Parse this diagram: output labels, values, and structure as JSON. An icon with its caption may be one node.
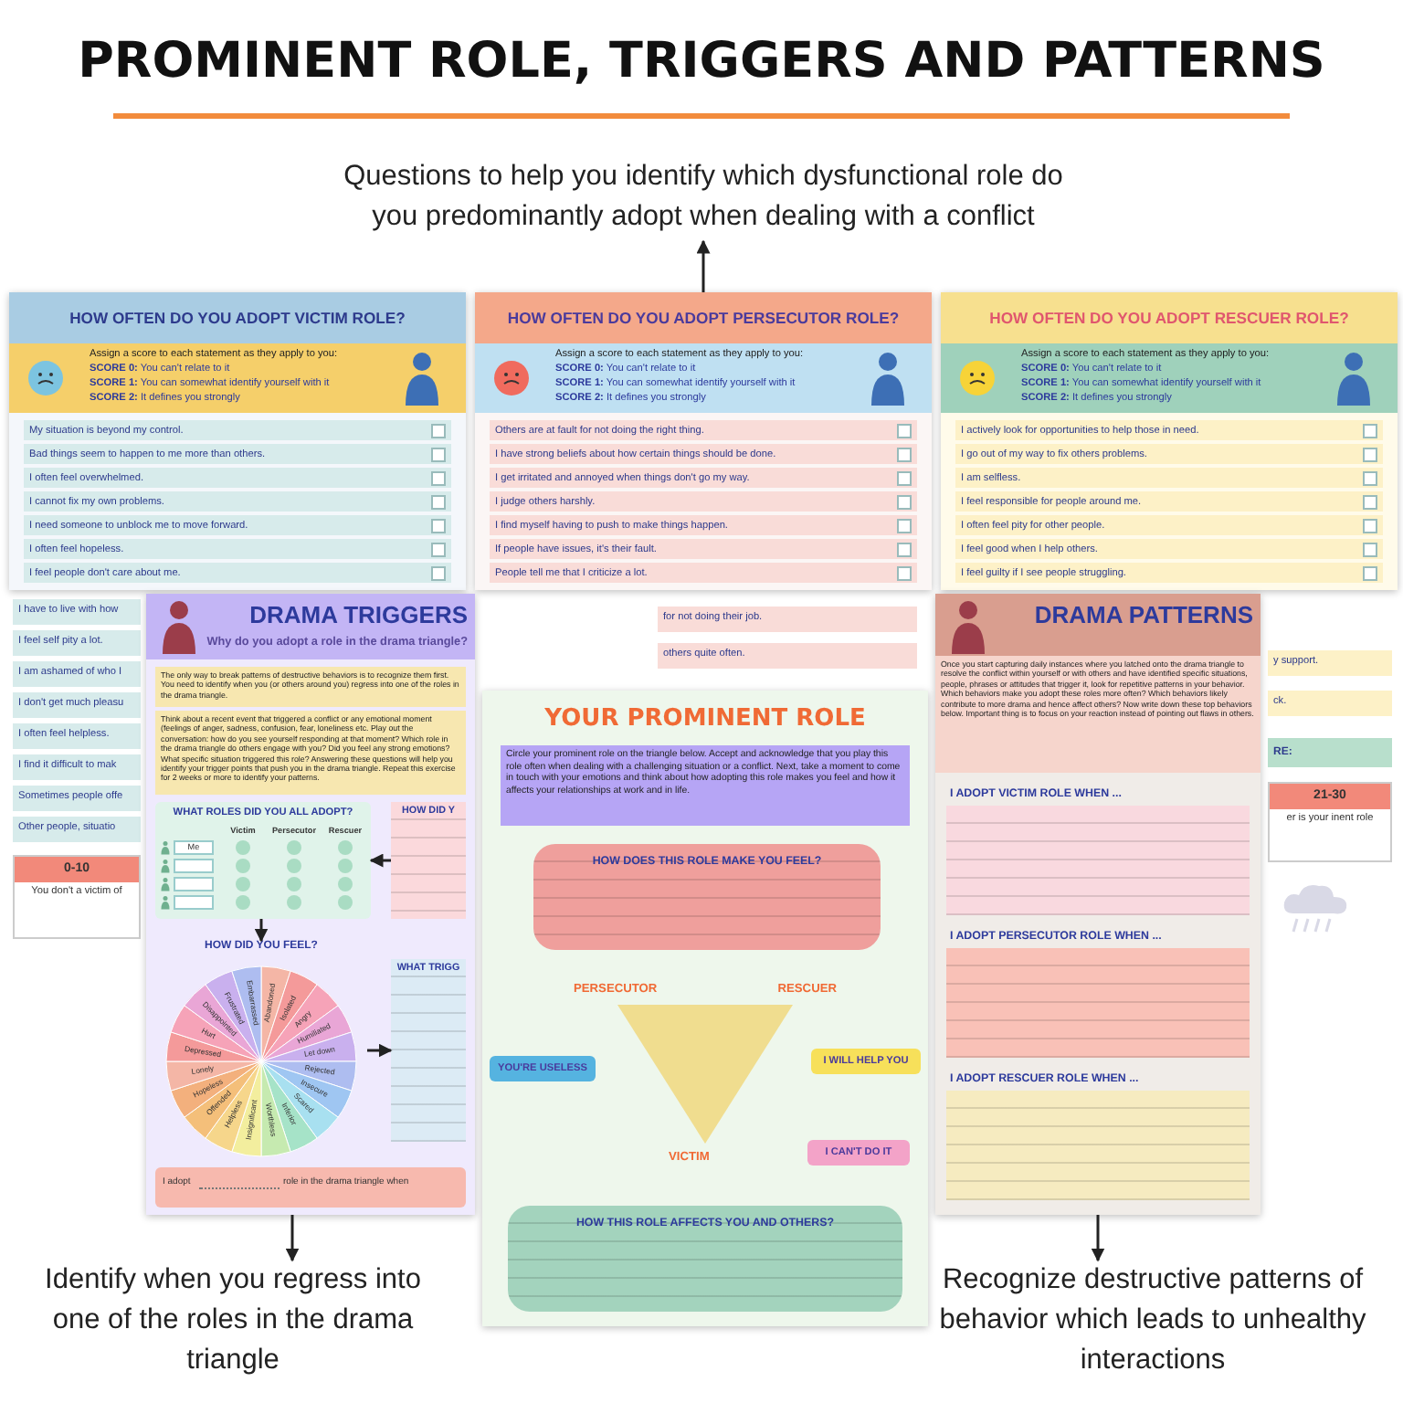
{
  "diagram": {
    "title": "PROMINENT ROLE, TRIGGERS AND PATTERNS",
    "nodes": [
      {
        "text": [
          "Questions to help you identify which dysfunctional role do you predominantly adopt when dealing with a conflict"
        ]
      },
      {
        "text": [
          "HOW OFTEN DO YOU ADOPT VICTIM ROLE?"
        ]
      },
      {
        "text": [
          "Assign a score to each statement as they apply to you:",
          "**SCORE 0:** You can't relate to it",
          "**SCORE 1:** You can somewhat identify yourself with it",
          "**SCORE 2:** It defines you strongly"
        ],
        "in": 1
      },
      {
        "text": [
          "My situation is beyond my control."
        ],
        "in": 1
      },
      {
        "text": [
          "Bad things seem to happen to me more than others."
        ],
        "in": 1
      },
      {
        "text": [
          "I often feel overwhelmed."
        ],
        "in": 1
      },
      {
        "text": [
          "I cannot fix my own problems."
        ],
        "in": 1
      },
      {
        "text": [
          "I need someone to unblock me to move forward."
        ],
        "in": 1
      },
      {
        "text": [
          "I often feel hopeless."
        ],
        "in": 1
      },
      {
        "text": [
          "I feel people don't care about me."
        ],
        "in": 1
      },
      {
        "text": [
          "I have to live with how"
        ]
      },
      {
        "text": [
          "I feel self pity a lot."
        ]
      },
      {
        "text": [
          "I am ashamed of who I"
        ]
      },
      {
        "text": [
          "I don't get much pleasu"
        ]
      },
      {
        "text": [
          "I often feel helpless."
        ]
      },
      {
        "text": [
          "I find it difficult to mak"
        ]
      },
      {
        "text": [
          "Sometimes people offe"
        ]
      },
      {
        "text": [
          "Other people, situatio"
        ]
      },
      {
        "text": [
          "0-10",
          "You don't a victim of"
        ]
      },
      {
        "text": [
          "HOW OFTEN DO YOU ADOPT PERSECUTOR ROLE?"
        ]
      },
      {
        "text": [
          "Assign a score to each statement as they apply to you:",
          "**SCORE 0:** You can't relate to it",
          "**SCORE 1:** You can somewhat identify yourself with it",
          "**SCORE 2:** It defines you strongly"
        ],
        "in": 19
      },
      {
        "text": [
          "Others are at fault for not doing the right thing."
        ],
        "in": 19
      },
      {
        "text": [
          "I have strong beliefs about how certain things should be done."
        ],
        "in": 19
      },
      {
        "text": [
          "I get irritated and annoyed when things don't go my way."
        ],
        "in": 19
      },
      {
        "text": [
          "I judge others harshly."
        ],
        "in": 19
      },
      {
        "text": [
          "I find myself having to push to make things happen."
        ],
        "in": 19
      },
      {
        "text": [
          "If people have issues, it's their fault."
        ],
        "in": 19
      },
      {
        "text": [
          "People tell me that I criticize a lot."
        ],
        "in": 19
      },
      {
        "text": [
          "for not doing their job."
        ]
      },
      {
        "text": [
          "others quite often."
        ]
      },
      {
        "text": [
          "HOW OFTEN DO YOU ADOPT RESCUER ROLE?"
        ]
      },
      {
        "text": [
          "Assign a score to each statement as they apply to you:",
          "**SCORE 0:** You can't relate to it",
          "**SCORE 1:** You can somewhat identify yourself with it",
          "**SCORE 2:** It defines you strongly"
        ],
        "in": 30
      },
      {
        "text": [
          "I actively look for opportunities to help those in need."
        ],
        "in": 30
      },
      {
        "text": [
          "I go out of my way to fix others problems."
        ],
        "in": 30
      },
      {
        "text": [
          "I am selfless."
        ],
        "in": 30
      },
      {
        "text": [
          "I feel responsible for people around me."
        ],
        "in": 30
      },
      {
        "text": [
          "I often feel pity for other people."
        ],
        "in": 30
      },
      {
        "text": [
          "I feel good when I help others."
        ],
        "in": 30
      },
      {
        "text": [
          "I feel guilty if I see people struggling."
        ],
        "in": 30
      },
      {
        "text": [
          "y support."
        ]
      },
      {
        "text": [
          "ck."
        ]
      },
      {
        "text": [
          "RE:"
        ]
      },
      {
        "text": [
          "21-30",
          "er is your inent role"
        ]
      },
      {
        "text": [
          "DRAMA TRIGGERS",
          "Why do you adopt a role in the drama triangle?"
        ]
      },
      {
        "text": [
          "The only way to break patterns of destructive behaviors is to recognize them first. You need to identify when you (or others around you) regress into one of the roles in the drama triangle."
        ],
        "in": 43
      },
      {
        "text": [
          "Think about a recent event that triggered a conflict or any emotional moment (feelings of anger, sadness, confusion, fear, loneliness etc. Play out the conversation: how do you see yourself responding at that moment? Which role in the drama triangle do others engage with you? Did you feel any strong emotions? What specific situation triggered this role? Answering these questions will help you identify your trigger points that push you in the drama triangle. Repeat this exercise for 2 weeks or more to identify your patterns."
        ],
        "in": 43
      },
      {
        "text": [
          "WHAT ROLES DID YOU ALL ADOPT?",
          "Victim",
          "Persecutor",
          "Rescuer",
          "Me"
        ],
        "in": 43
      },
      {
        "text": [
          "HOW DID Y"
        ],
        "in": 43
      },
      {
        "text": [
          "HOW DID YOU FEEL?",
          "Abandoned",
          "Isolated",
          "Angry",
          "Humiliated",
          "Let down",
          "Rejected",
          "Insecure",
          "Scared",
          "Inferior",
          "Worthless",
          "Insignificant",
          "Helpless",
          "Offended",
          "Hopeless",
          "Lonely",
          "Depressed",
          "Hurt",
          "Disappointed",
          "Frustrated",
          "Embarrassed"
        ],
        "in": 43
      },
      {
        "text": [
          "WHAT TRIGG"
        ],
        "in": 43
      },
      {
        "text": [
          "I adopt",
          "role in the drama triangle when"
        ],
        "in": 43
      },
      {
        "text": [
          "YOUR PROMINENT ROLE"
        ]
      },
      {
        "text": [
          "Circle your prominent role on the triangle below. Accept and acknowledge that you play this role often when dealing with a challenging situation or a conflict. Next, take a moment to come in touch with your emotions and think about how adopting this role makes you feel and how it affects your relationships at work and in life."
        ],
        "in": 51
      },
      {
        "text": [
          "HOW DOES THIS ROLE MAKE YOU FEEL?"
        ],
        "in": 51
      },
      {
        "text": [],
        "shape": "triangle",
        "beside": [
          "PERSECUTOR",
          "RESCUER",
          "VICTIM"
        ],
        "in": 51
      },
      {
        "text": [
          "YOU'RE USELESS"
        ],
        "in": 51
      },
      {
        "text": [
          "I WILL HELP YOU"
        ],
        "in": 51
      },
      {
        "text": [
          "I CAN'T DO IT"
        ],
        "in": 51
      },
      {
        "text": [
          "HOW THIS ROLE AFFECTS YOU AND OTHERS?"
        ],
        "in": 51
      },
      {
        "text": [
          "DRAMA PATTERNS"
        ]
      },
      {
        "text": [
          "Once you start capturing daily instances where you latched onto the drama triangle to resolve the conflict within yourself or with others and have identified specific situations, people, phrases or attitudes that trigger it, look for repetitive patterns in your behavior. Which behaviors make you adopt these roles more often? Which behaviors likely contribute to more drama and hence affect others? Now write down these top behaviors below. Important thing is to focus on your reaction instead of pointing out flaws in others."
        ],
        "in": 59
      },
      {
        "text": [
          "I ADOPT VICTIM ROLE WHEN ..."
        ],
        "in": 59
      },
      {
        "text": [
          "I ADOPT PERSECUTOR ROLE WHEN ..."
        ],
        "in": 59
      },
      {
        "text": [
          "I ADOPT RESCUER ROLE WHEN ..."
        ],
        "in": 59
      },
      {
        "text": [
          "Identify when you regress into one of the roles in the drama triangle"
        ]
      },
      {
        "text": [
          "Recognize destructive patterns of behavior which leads to unhealthy interactions"
        ]
      }
    ],
    "edges": [
      {
        "from": 19,
        "to": 0,
        "arrow": "to"
      },
      {
        "from": 43,
        "to": 64,
        "arrow": "to"
      },
      {
        "from": 59,
        "to": 65,
        "arrow": "to"
      },
      {
        "from": 47,
        "to": 46,
        "arrow": "to"
      },
      {
        "from": 46,
        "to": 48,
        "arrow": "to"
      },
      {
        "from": 48,
        "to": 49,
        "arrow": "to"
      }
    ]
  }
}
